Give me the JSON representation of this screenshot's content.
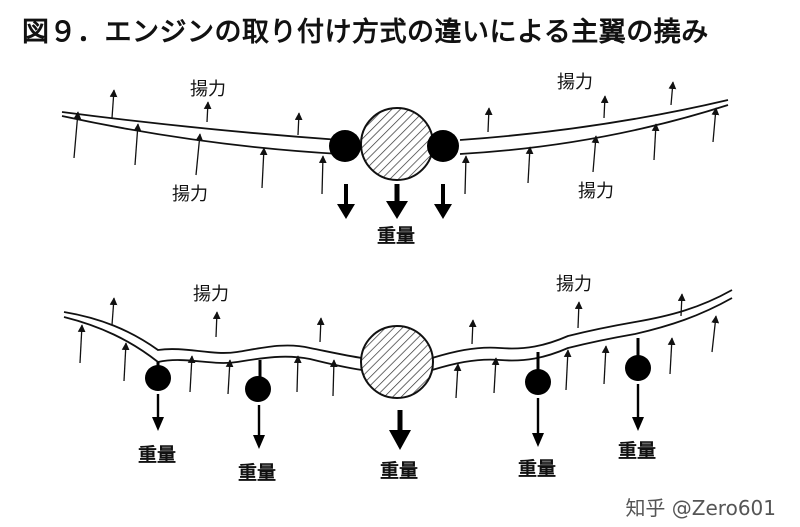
{
  "title": "図９．エンジンの取り付け方式の違いによる主翼の撓み",
  "lift_label": "揚力",
  "weight_label": "重量",
  "watermark": "知乎 @Zero601"
}
